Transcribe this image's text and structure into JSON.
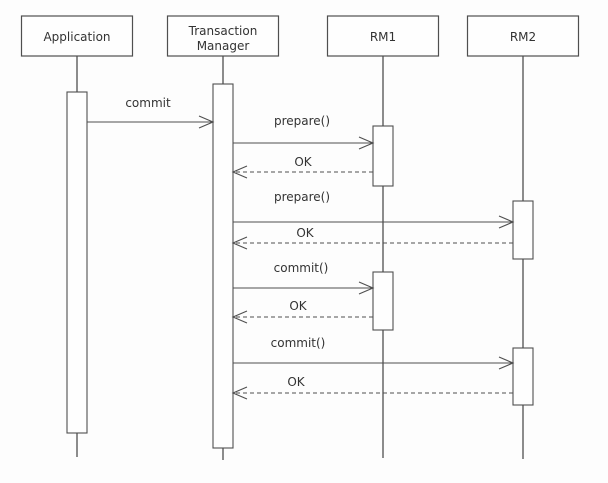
{
  "diagram": {
    "type": "uml-sequence",
    "actors": [
      {
        "id": "app",
        "label": "Application"
      },
      {
        "id": "tm",
        "label": "Transaction Manager"
      },
      {
        "id": "rm1",
        "label": "RM1"
      },
      {
        "id": "rm2",
        "label": "RM2"
      }
    ],
    "messages": [
      {
        "label": "commit",
        "from": "app",
        "to": "tm",
        "style": "solid"
      },
      {
        "label": "prepare()",
        "from": "tm",
        "to": "rm1",
        "style": "solid"
      },
      {
        "label": "OK",
        "from": "rm1",
        "to": "tm",
        "style": "dashed"
      },
      {
        "label": "prepare()",
        "from": "tm",
        "to": "rm2",
        "style": "solid"
      },
      {
        "label": "OK",
        "from": "rm2",
        "to": "tm",
        "style": "dashed"
      },
      {
        "label": "commit()",
        "from": "tm",
        "to": "rm1",
        "style": "solid"
      },
      {
        "label": "OK",
        "from": "rm1",
        "to": "tm",
        "style": "dashed"
      },
      {
        "label": "commit()",
        "from": "tm",
        "to": "rm2",
        "style": "solid"
      },
      {
        "label": "OK",
        "from": "rm2",
        "to": "tm",
        "style": "dashed"
      }
    ],
    "colors": {
      "line": "#4f4f4f",
      "text": "#333333",
      "box_fill": "#fefefe",
      "background": "#fdfdfd"
    }
  }
}
